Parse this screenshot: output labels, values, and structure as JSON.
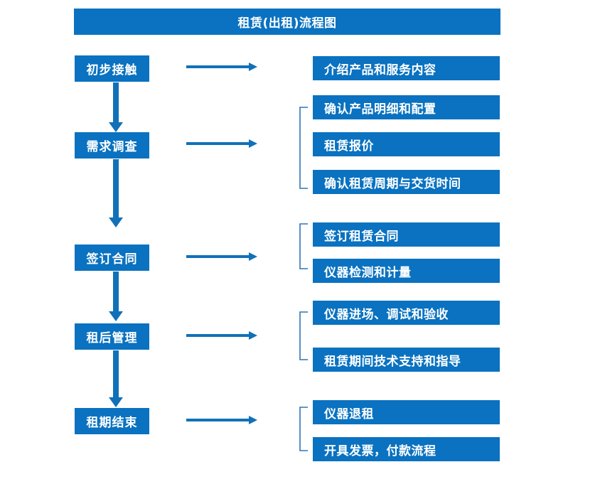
{
  "chart_data": {
    "type": "diagram",
    "title": "租赁(出租)流程图",
    "diagram_kind": "flowchart",
    "orientation": "vertical-with-branches",
    "accent_color": "#0a72c0",
    "bracket_color": "#2e75b6",
    "text_color": "#ffffff",
    "background_color": "#ffffff",
    "stages": [
      {
        "label": "初步接触",
        "details": [
          "介绍产品和服务内容"
        ],
        "has_bracket": false
      },
      {
        "label": "需求调查",
        "details": [
          "确认产品明细和配置",
          "租赁报价",
          "确认租赁周期与交货时间"
        ],
        "has_bracket": true
      },
      {
        "label": "签订合同",
        "details": [
          "签订租赁合同",
          "仪器检测和计量"
        ],
        "has_bracket": true
      },
      {
        "label": "租后管理",
        "details": [
          "仪器进场、调试和验收",
          "租赁期间技术支持和指导"
        ],
        "has_bracket": true
      },
      {
        "label": "租期结束",
        "details": [
          "仪器退租",
          "开具发票，付款流程"
        ],
        "has_bracket": true
      }
    ]
  },
  "header": {
    "title": "租赁(出租)流程图"
  },
  "flow": {
    "stage_1": {
      "label": "初步接触",
      "details": [
        {
          "label": "介绍产品和服务内容"
        }
      ]
    },
    "stage_2": {
      "label": "需求调查",
      "details": [
        {
          "label": "确认产品明细和配置"
        },
        {
          "label": "租赁报价"
        },
        {
          "label": "确认租赁周期与交货时间"
        }
      ]
    },
    "stage_3": {
      "label": "签订合同",
      "details": [
        {
          "label": "签订租赁合同"
        },
        {
          "label": "仪器检测和计量"
        }
      ]
    },
    "stage_4": {
      "label": "租后管理",
      "details": [
        {
          "label": "仪器进场、调试和验收"
        },
        {
          "label": "租赁期间技术支持和指导"
        }
      ]
    },
    "stage_5": {
      "label": "租期结束",
      "details": [
        {
          "label": "仪器退租"
        },
        {
          "label": "开具发票，付款流程"
        }
      ]
    }
  },
  "connectors": {
    "arrow_right_name": "arrow-right-icon",
    "arrow_down_name": "arrow-down-icon",
    "bracket_name": "grouping-bracket"
  }
}
